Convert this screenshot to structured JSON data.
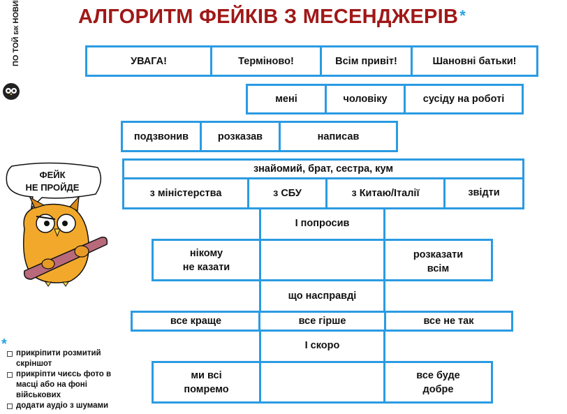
{
  "title": "АЛГОРИТМ ФЕЙКІВ З МЕСЕНДЖЕРІВ",
  "title_star": "*",
  "logo": {
    "text_main": "ПО ТОЙ",
    "text_small": "БІК",
    "text_end": "НОВИН"
  },
  "owl": {
    "speech_line1": "ФЕЙК",
    "speech_line2": "НЕ ПРОЙДЕ"
  },
  "row1": [
    "УВАГА!",
    "Терміново!",
    "Всім привіт!",
    "Шановні батьки!"
  ],
  "row2": [
    "мені",
    "чоловіку",
    "сусіду на роботі"
  ],
  "row3": [
    "подзвонив",
    "розказав",
    "написав"
  ],
  "row4": "знайомий, брат, сестра, кум",
  "row5": [
    "з міністерства",
    "з СБУ",
    "з Китаю/Італії",
    "звідти"
  ],
  "asked": "І попросив",
  "left_choice": "нікому\nне казати",
  "right_choice": "розказати\nвсім",
  "truth": "що насправді",
  "row_state": [
    "все краще",
    "все гірше",
    "все не так"
  ],
  "soon": "І скоро",
  "end_left": "ми всі\nпомремо",
  "end_right": "все буде\nдобре",
  "colors": {
    "accent": "#2a9be2",
    "title": "#a01818"
  },
  "footnote": {
    "star": "*",
    "items": [
      "прикріпити розмитий скріншот",
      "прикріпти чиєсь фото в масці або на фоні військових",
      "додати аудіо з шумами"
    ]
  }
}
